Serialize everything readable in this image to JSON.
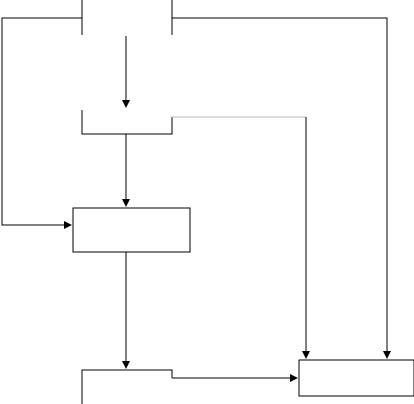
{
  "diagram": {
    "nodes": [
      {
        "id": "box-top",
        "label": ""
      },
      {
        "id": "box-upper-middle",
        "label": ""
      },
      {
        "id": "box-center",
        "label": ""
      },
      {
        "id": "box-bottom-left",
        "label": ""
      },
      {
        "id": "box-bottom-right",
        "label": ""
      }
    ],
    "edges": [
      {
        "from": "box-top",
        "to": "box-upper-middle"
      },
      {
        "from": "box-upper-middle",
        "to": "box-center"
      },
      {
        "from": "box-top",
        "to": "box-center"
      },
      {
        "from": "box-center",
        "to": "box-bottom-left"
      },
      {
        "from": "box-bottom-left",
        "to": "box-bottom-right"
      },
      {
        "from": "box-upper-middle",
        "to": "box-bottom-right"
      },
      {
        "from": "box-top",
        "to": "box-bottom-right"
      }
    ]
  },
  "colors": {
    "stroke": "#000000",
    "light_stroke": "#b8b8b8",
    "background": "#ffffff"
  }
}
